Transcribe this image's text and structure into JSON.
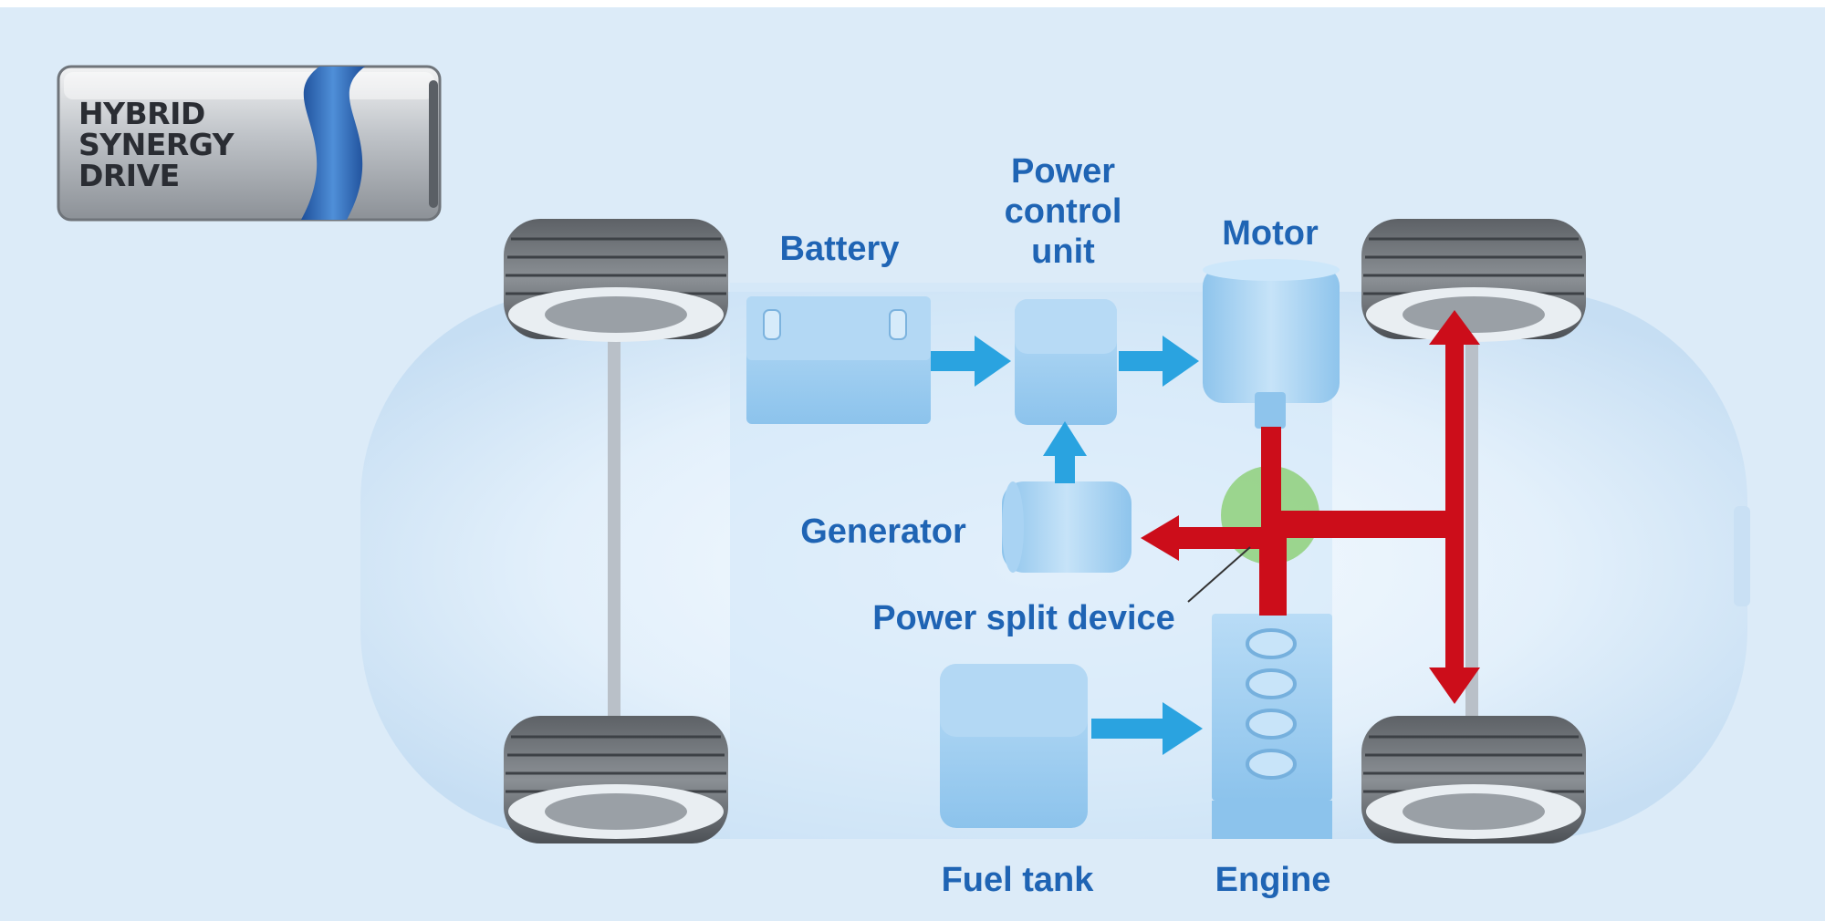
{
  "logo": {
    "lines": [
      "HYBRID",
      "SYNERGY",
      "DRIVE"
    ]
  },
  "components": {
    "battery": "Battery",
    "power_control_unit": [
      "Power",
      "control",
      "unit"
    ],
    "motor": "Motor",
    "generator": "Generator",
    "power_split_device": "Power split device",
    "fuel_tank": "Fuel tank",
    "engine": "Engine"
  },
  "colors": {
    "background": "#dcebf8",
    "car_body": "#c9e2f7",
    "component_blue": "#9fcdf0",
    "flow_arrow_blue": "#2aa3e0",
    "power_path_red": "#cc0d1a",
    "split_device_green": "#8fd07a",
    "label_blue": "#1f64b4"
  }
}
